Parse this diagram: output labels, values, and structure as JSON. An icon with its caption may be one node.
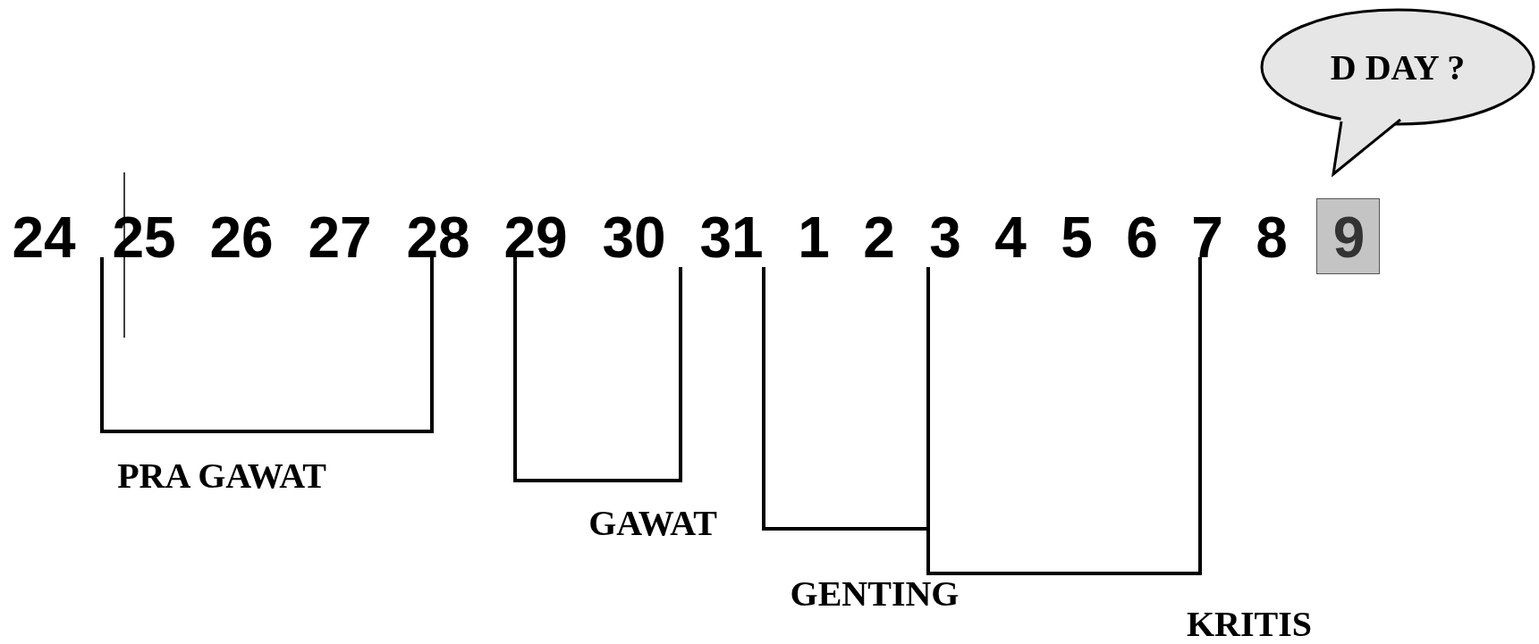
{
  "diagram": {
    "nodes": [
      {
        "text": [
          "D DAY ?"
        ]
      },
      {
        "text": [
          "9"
        ]
      }
    ],
    "edges": [],
    "labels": [
      "24",
      "25",
      "26",
      "27",
      "28",
      "29",
      "30",
      "31",
      "1",
      "2",
      "3",
      "4",
      "5",
      "6",
      "7",
      "8",
      "PRA GAWAT",
      "GAWAT",
      "GENTING",
      "KRITIS"
    ]
  }
}
